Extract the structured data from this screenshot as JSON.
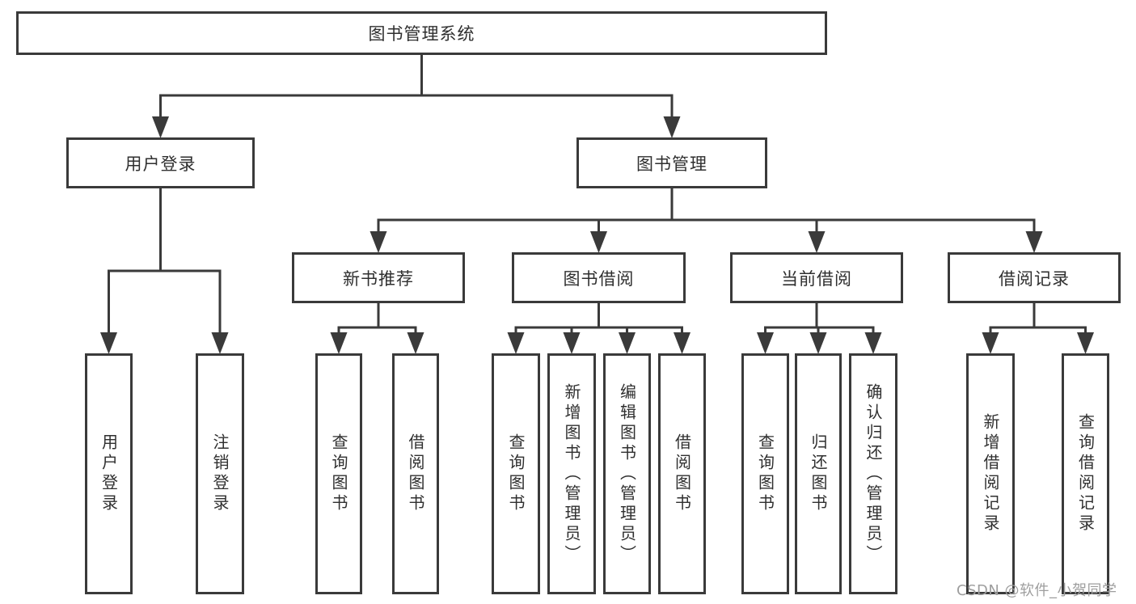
{
  "title": "图书管理系统",
  "watermark": "CSDN @软件_小贺同学",
  "colors": {
    "line": "#3a3a3a",
    "text": "#2f2f2f",
    "watermark": "#9e9e9e",
    "bg": "#ffffff"
  },
  "tree": {
    "label": "图书管理系统",
    "children": [
      {
        "label": "用户登录",
        "children": [
          {
            "label": "用户登录"
          },
          {
            "label": "注销登录"
          }
        ]
      },
      {
        "label": "图书管理",
        "children": [
          {
            "label": "新书推荐",
            "children": [
              {
                "label": "查询图书"
              },
              {
                "label": "借阅图书"
              }
            ]
          },
          {
            "label": "图书借阅",
            "children": [
              {
                "label": "查询图书"
              },
              {
                "label": "新增图书（管理员）"
              },
              {
                "label": "编辑图书（管理员）"
              },
              {
                "label": "借阅图书"
              }
            ]
          },
          {
            "label": "当前借阅",
            "children": [
              {
                "label": "查询图书"
              },
              {
                "label": "归还图书"
              },
              {
                "label": "确认归还（管理员）"
              }
            ]
          },
          {
            "label": "借阅记录",
            "children": [
              {
                "label": "新增借阅记录"
              },
              {
                "label": "查询借阅记录"
              }
            ]
          }
        ]
      }
    ]
  }
}
